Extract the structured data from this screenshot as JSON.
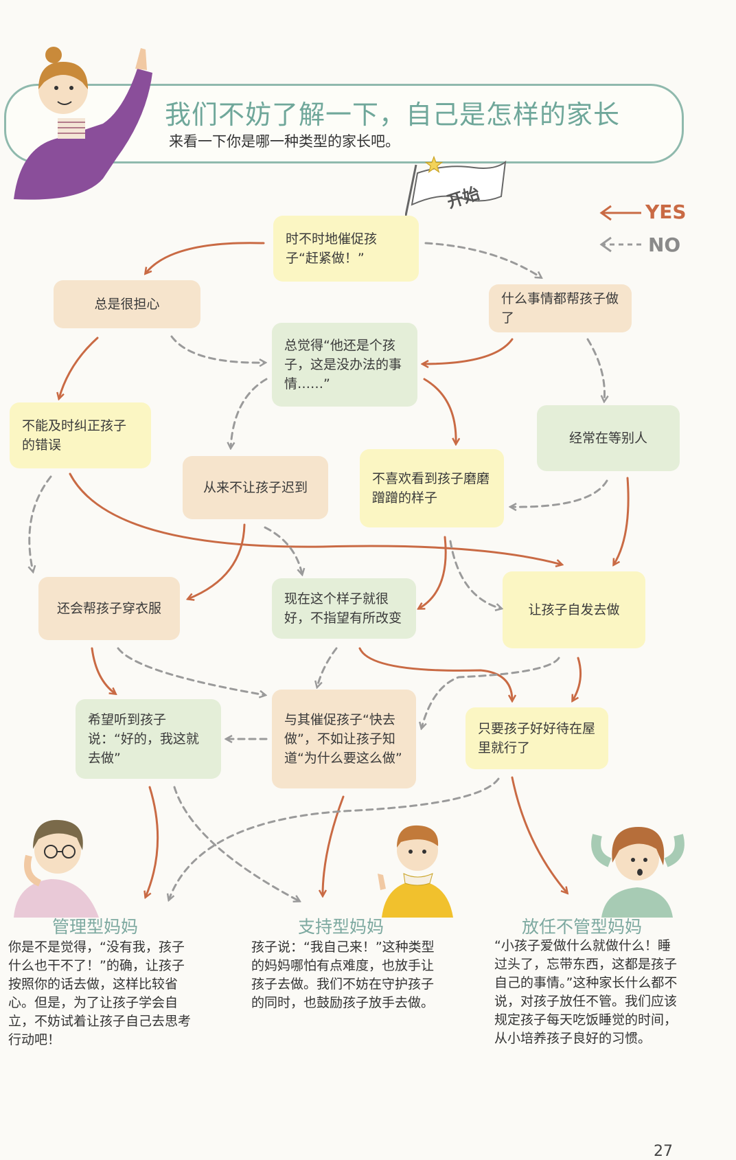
{
  "header": {
    "title": "我们不妨了解一下，自己是怎样的家长",
    "subtitle": "来看一下你是哪一种类型的家长吧。"
  },
  "legend": {
    "yes": "YES",
    "no": "NO"
  },
  "start_flag": "开始",
  "nodes": {
    "n1": "时不时地催促孩子“赶紧做！”",
    "n2": "总是很担心",
    "n3": "什么事情都帮孩子做了",
    "n4": "总觉得“他还是个孩子，这是没办法的事情……”",
    "n5": "不能及时纠正孩子的错误",
    "n6": "经常在等别人",
    "n7": "从来不让孩子迟到",
    "n8": "不喜欢看到孩子磨磨蹭蹭的样子",
    "n9": "还会帮孩子穿衣服",
    "n10": "现在这个样子就很好，不指望有所改变",
    "n11": "让孩子自发去做",
    "n12": "希望听到孩子说：“好的，我这就去做”",
    "n13": "与其催促孩子“快去做”，不如让孩子知道“为什么要这么做”",
    "n14": "只要孩子好好待在屋里就行了"
  },
  "results": [
    {
      "title": "管理型妈妈",
      "description": "你是不是觉得，“没有我，孩子什么也干不了！”的确，让孩子按照你的话去做，这样比较省心。但是，为了让孩子学会自立，不妨试着让孩子自己去思考行动吧！"
    },
    {
      "title": "支持型妈妈",
      "description": "孩子说：“我自己来！”这种类型的妈妈哪怕有点难度，也放手让孩子去做。我们不妨在守护孩子的同时，也鼓励孩子放手去做。"
    },
    {
      "title": "放任不管型妈妈",
      "description": "“小孩子爱做什么就做什么！睡过头了，忘带东西，这都是孩子自己的事情。”这种家长什么都不说，对孩子放任不管。我们应该规定孩子每天吃饭睡觉的时间，从小培养孩子良好的习惯。"
    }
  ],
  "page_number": "27",
  "colors": {
    "yes_arrow": "#c96a44",
    "no_arrow": "#9a9a9a",
    "accent_teal": "#6fa79a",
    "box_yellow": "#fbf6c3",
    "box_peach": "#f6e4cc",
    "box_green": "#e4eed8"
  },
  "icons": [
    "star-icon",
    "flag-icon",
    "mom-pointing-illustration",
    "mom-thinking-illustration",
    "boy-scarf-illustration",
    "woman-hands-on-head-illustration"
  ]
}
